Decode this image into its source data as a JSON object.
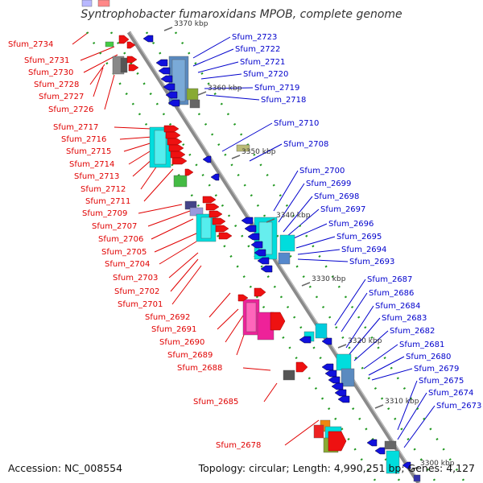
{
  "title": "Syntrophobacter fumaroxidans MPOB, complete genome",
  "accession": "Accession: NC_008554",
  "topology": "Topology: circular; Length: 4,990,251 bp; Genes: 4,127",
  "colors": {
    "backbone": "#888888",
    "left_label": "#e00000",
    "right_label": "#0000cc",
    "tick": "#229922"
  },
  "kbp_markers": [
    "3370 kbp",
    "3360 kbp",
    "3350 kbp",
    "3340 kbp",
    "3330 kbp",
    "3320 kbp",
    "3310 kbp",
    "3300 kbp"
  ],
  "left_labels": [
    "Sfum_2734",
    "Sfum_2731",
    "Sfum_2730",
    "Sfum_2728",
    "Sfum_2727",
    "Sfum_2726",
    "Sfum_2717",
    "Sfum_2716",
    "Sfum_2715",
    "Sfum_2714",
    "Sfum_2713",
    "Sfum_2712",
    "Sfum_2711",
    "Sfum_2709",
    "Sfum_2707",
    "Sfum_2706",
    "Sfum_2705",
    "Sfum_2704",
    "Sfum_2703",
    "Sfum_2702",
    "Sfum_2701",
    "Sfum_2692",
    "Sfum_2691",
    "Sfum_2690",
    "Sfum_2689",
    "Sfum_2688",
    "Sfum_2685",
    "Sfum_2678"
  ],
  "right_labels": [
    "Sfum_2723",
    "Sfum_2722",
    "Sfum_2721",
    "Sfum_2720",
    "Sfum_2719",
    "Sfum_2718",
    "Sfum_2710",
    "Sfum_2708",
    "Sfum_2700",
    "Sfum_2699",
    "Sfum_2698",
    "Sfum_2697",
    "Sfum_2696",
    "Sfum_2695",
    "Sfum_2694",
    "Sfum_2693",
    "Sfum_2687",
    "Sfum_2686",
    "Sfum_2684",
    "Sfum_2683",
    "Sfum_2682",
    "Sfum_2681",
    "Sfum_2680",
    "Sfum_2679",
    "Sfum_2675",
    "Sfum_2674",
    "Sfum_2673"
  ]
}
